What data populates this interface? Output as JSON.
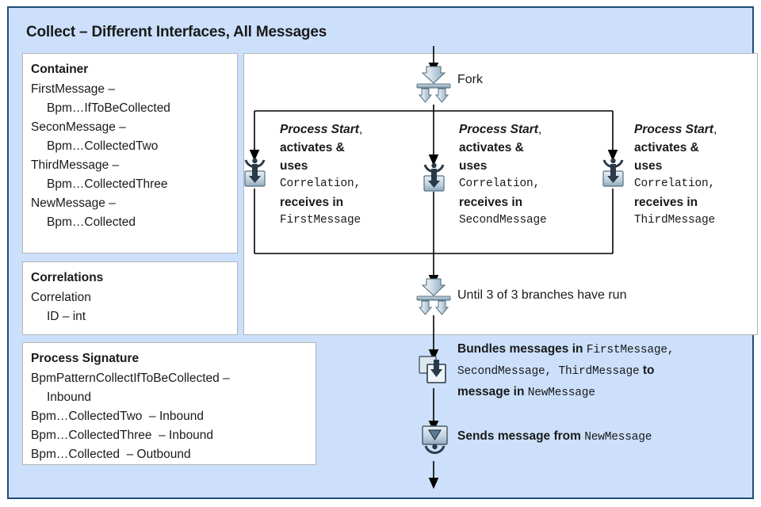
{
  "diagram": {
    "title": "Collect – Different Interfaces, All Messages",
    "frame_color": "#1f4e79",
    "background_color": "#cce0fb",
    "panel_background": "#ffffff"
  },
  "panels": {
    "container": {
      "heading": "Container",
      "lines": [
        {
          "text": "FirstMessage –",
          "indent": 0
        },
        {
          "text": "Bpm…IfToBeCollected",
          "indent": 1
        },
        {
          "text": "SeconMessage –",
          "indent": 0
        },
        {
          "text": "Bpm…CollectedTwo",
          "indent": 1
        },
        {
          "text": "ThirdMessage –",
          "indent": 0
        },
        {
          "text": "Bpm…CollectedThree",
          "indent": 1
        },
        {
          "text": "NewMessage –",
          "indent": 0
        },
        {
          "text": "Bpm…Collected",
          "indent": 1
        }
      ]
    },
    "correlations": {
      "heading": "Correlations",
      "lines": [
        {
          "text": "Correlation",
          "indent": 0
        },
        {
          "text": "ID – int",
          "indent": 1
        }
      ]
    },
    "process_signature": {
      "heading": "Process Signature",
      "lines": [
        {
          "text": "BpmPatternCollectIfToBeCollected –",
          "indent": 0
        },
        {
          "text": "Inbound",
          "indent": 1
        },
        {
          "text": "Bpm…CollectedTwo  – Inbound",
          "indent": 0
        },
        {
          "text": "Bpm…CollectedThree  – Inbound",
          "indent": 0
        },
        {
          "text": "Bpm…Collected  – Outbound",
          "indent": 0
        }
      ]
    }
  },
  "flow": {
    "fork": {
      "icon": "fork-icon",
      "label": "Fork"
    },
    "branches": [
      {
        "icon": "process-start-icon",
        "line1_italic": "Process Start",
        "line1_tail": ",",
        "line2": "activates &",
        "line3": "uses",
        "line4_mono": "Correlation,",
        "line5": "receives in",
        "line6_mono": "FirstMessage"
      },
      {
        "icon": "process-start-icon",
        "line1_italic": "Process Start",
        "line1_tail": ",",
        "line2": "activates &",
        "line3": "uses",
        "line4_mono": "Correlation,",
        "line5": "receives in",
        "line6_mono": "SecondMessage"
      },
      {
        "icon": "process-start-icon",
        "line1_italic": "Process Start",
        "line1_tail": ",",
        "line2": "activates &",
        "line3": "uses",
        "line4_mono": "Correlation,",
        "line5": "receives in",
        "line6_mono": "ThirdMessage"
      }
    ],
    "join": {
      "icon": "join-icon",
      "label": "Until 3 of 3 branches have run"
    },
    "bundle": {
      "icon": "bundle-messages-icon",
      "line1_a": "Bundles messages in ",
      "line1_mono": "FirstMessage,",
      "line2_mono_a": "SecondMessage, ThirdMessage",
      "line2_b": " to",
      "line3_a": "message in ",
      "line3_mono": "NewMessage"
    },
    "send": {
      "icon": "send-message-icon",
      "label_a": "Sends message from ",
      "label_mono": "NewMessage"
    }
  }
}
